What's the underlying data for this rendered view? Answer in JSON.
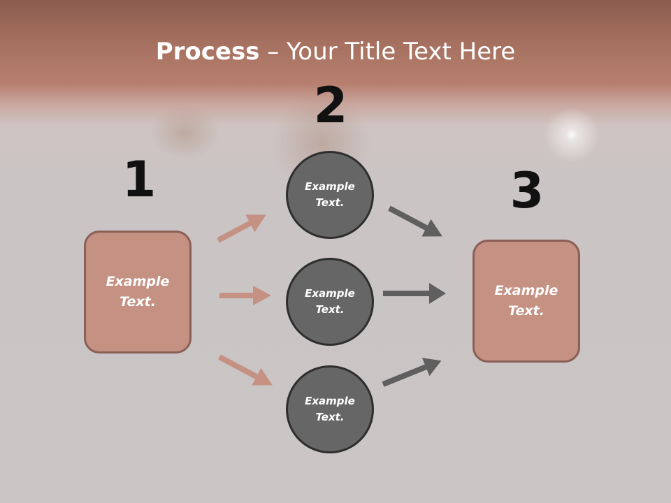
{
  "title": {
    "bold": "Process",
    "rest": " – Your Title Text Here"
  },
  "steps": {
    "one": "1",
    "two": "2",
    "three": "3"
  },
  "left_box": {
    "text": "Example\nText."
  },
  "right_box": {
    "text": "Example\nText."
  },
  "circles": [
    {
      "text": "Example\nText."
    },
    {
      "text": "Example\nText."
    },
    {
      "text": "Example\nText."
    }
  ],
  "colors": {
    "header_band": "#a5705f",
    "box_fill": "#c49183",
    "box_border": "#8a5f56",
    "circle_fill": "#666666",
    "circle_border": "#2e2e2e",
    "arrow_left": "#c49183",
    "arrow_right": "#5f5f5f"
  }
}
